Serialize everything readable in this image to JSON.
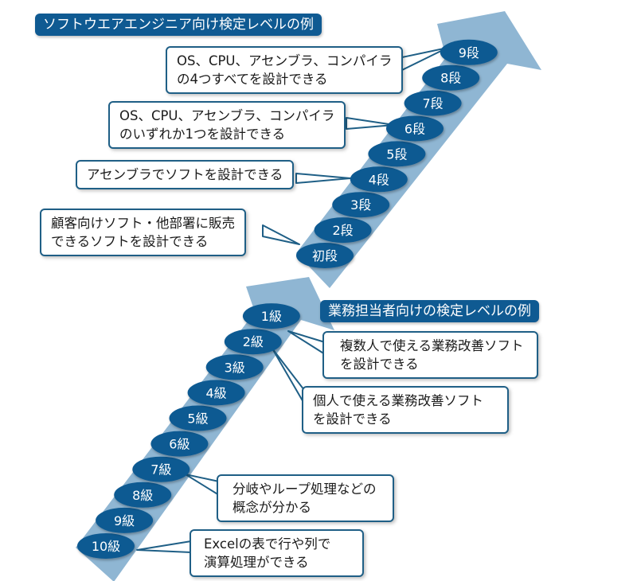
{
  "colors": {
    "arrow_fill": "#8fb6d3",
    "badge_fill": "#0f5a92",
    "title_fill": "#0f5a92",
    "callout_border": "#1f5f86"
  },
  "engineer_section": {
    "title": "ソフトウエアエンジニア向け検定レベルの例",
    "levels": [
      "初段",
      "2段",
      "3段",
      "4段",
      "5段",
      "6段",
      "7段",
      "8段",
      "9段"
    ],
    "callouts": [
      {
        "level": "9段",
        "lines": [
          "OS、CPU、アセンブラ、コンパイラ",
          "の4つすべてを設計できる"
        ]
      },
      {
        "level": "6段",
        "lines": [
          "OS、CPU、アセンブラ、コンパイラ",
          "のいずれか1つを設計できる"
        ]
      },
      {
        "level": "4段",
        "lines": [
          "アセンブラでソフトを設計できる"
        ]
      },
      {
        "level": "初段",
        "lines": [
          "顧客向けソフト・他部署に販売",
          "できるソフトを設計できる"
        ]
      }
    ]
  },
  "business_section": {
    "title": "業務担当者向けの検定レベルの例",
    "levels": [
      "10級",
      "9級",
      "8級",
      "7級",
      "6級",
      "5級",
      "4級",
      "3級",
      "2級",
      "1級"
    ],
    "callouts": [
      {
        "level": "1級",
        "lines": [
          "複数人で使える業務改善ソフト",
          "を設計できる"
        ]
      },
      {
        "level": "2級",
        "lines": [
          "個人で使える業務改善ソフト",
          "を設計できる"
        ]
      },
      {
        "level": "7級",
        "lines": [
          "分岐やループ処理などの",
          "概念が分かる"
        ]
      },
      {
        "level": "10級",
        "lines": [
          "Excelの表で行や列で",
          "演算処理ができる"
        ]
      }
    ]
  }
}
